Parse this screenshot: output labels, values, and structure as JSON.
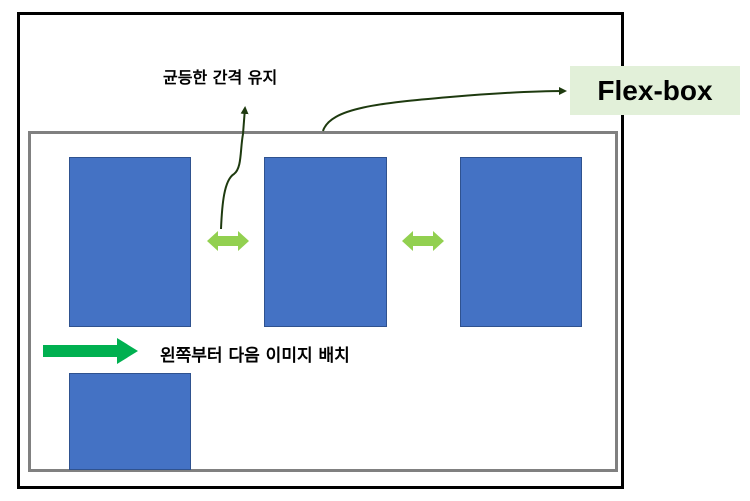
{
  "labels": {
    "even_spacing": "균등한 간격 유지",
    "left_to_right": "왼쪽부터 다음 이미지 배치",
    "flexbox": "Flex-box"
  },
  "colors": {
    "block_fill": "#4472C4",
    "double_arrow": "#92D050",
    "direction_arrow": "#00B050",
    "connector": "#1E3A0F",
    "badge_bg": "#E2F0D9"
  }
}
